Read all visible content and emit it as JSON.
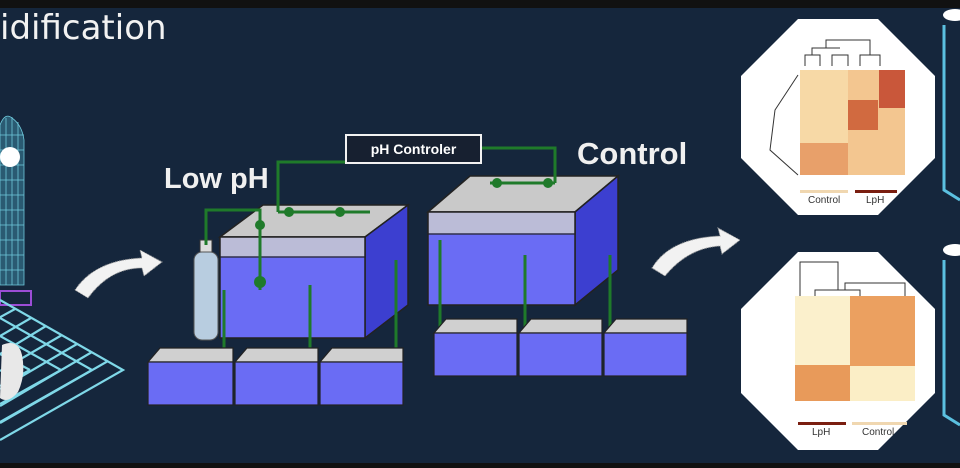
{
  "slide": {
    "title": "idification",
    "low_ph_label": "Low pH",
    "control_label": "Control",
    "ph_controller_label": "pH Controler"
  },
  "heatmaps": [
    {
      "group_labels": [
        "Control",
        "LpH"
      ]
    },
    {
      "group_labels": [
        "LpH",
        "Control"
      ]
    }
  ],
  "colors": {
    "background": "#15263c",
    "water": "#6a6cf4",
    "pipe": "#1f7a2a",
    "wireframe": "#7fd8e8"
  }
}
